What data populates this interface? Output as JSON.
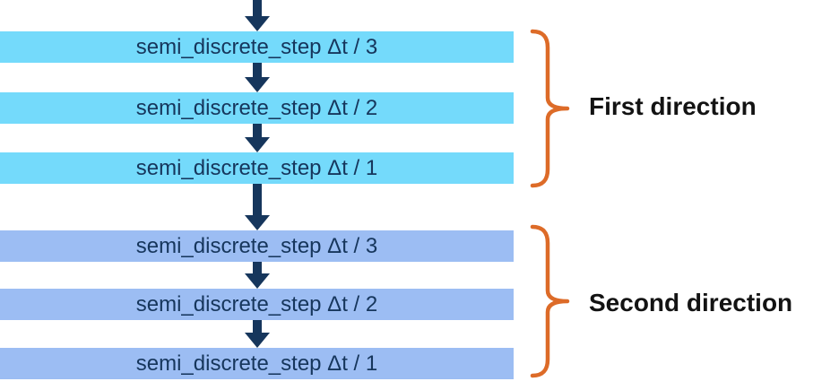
{
  "page": {
    "background": "#FFFFFF"
  },
  "colors": {
    "first_group_bar_fill": "#74DAFB",
    "second_group_bar_fill": "#9CBDF3",
    "arrow": "#16365C",
    "bar_text": "#16365C",
    "brace": "#DD6B28",
    "direction_label_text": "#131313"
  },
  "groups": [
    {
      "label": "First direction",
      "steps": [
        "semi_discrete_step Δt / 3",
        "semi_discrete_step Δt / 2",
        "semi_discrete_step Δt / 1"
      ]
    },
    {
      "label": "Second direction",
      "steps": [
        "semi_discrete_step Δt / 3",
        "semi_discrete_step Δt / 2",
        "semi_discrete_step Δt / 1"
      ]
    }
  ]
}
